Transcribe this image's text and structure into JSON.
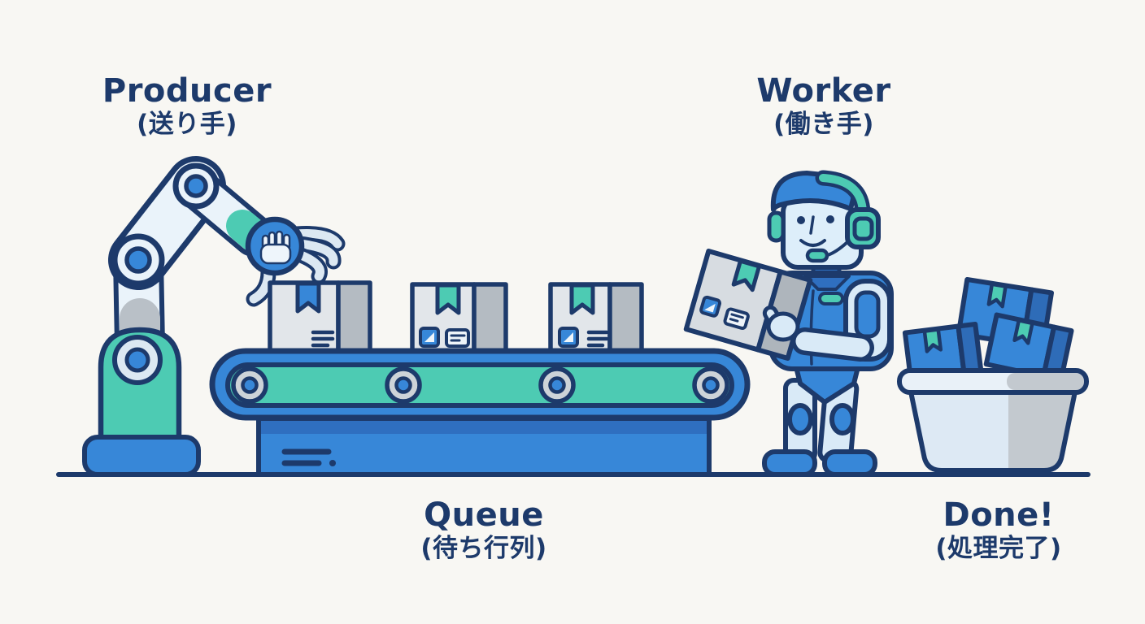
{
  "illustration_title": "Producer / Queue / Worker / Done pipeline illustration",
  "labels": {
    "producer": {
      "title": "Producer",
      "subtitle": "(送り手)"
    },
    "worker": {
      "title": "Worker",
      "subtitle": "(働き手)"
    },
    "queue": {
      "title": "Queue",
      "subtitle": "(待ち行列)"
    },
    "done": {
      "title": "Done!",
      "subtitle": "(処理完了)"
    }
  },
  "scene": {
    "queue_box_count": 3,
    "done_box_count": 3,
    "queue_boxes_ribbons": [
      "blue",
      "teal",
      "teal"
    ],
    "conveyor_roller_count": 4,
    "worker_holding_box": true
  },
  "icons": {
    "gripper_badge": "hand-palm",
    "box_marks": [
      "bookmark-square",
      "shipping-label-lines"
    ]
  },
  "colors": {
    "background": "#f8f7f3",
    "outline": "#1d3a6b",
    "blue": "#3787d8",
    "blue_dark": "#2f6fc0",
    "teal": "#4dcbb3",
    "light_blue": "#d9eaf7",
    "pale_blue": "#eaf3fa",
    "gray": "#b9c0c7",
    "box_face": "#e2e6ea",
    "box_side": "#b4bbc2",
    "text": "#1d3a6b"
  }
}
